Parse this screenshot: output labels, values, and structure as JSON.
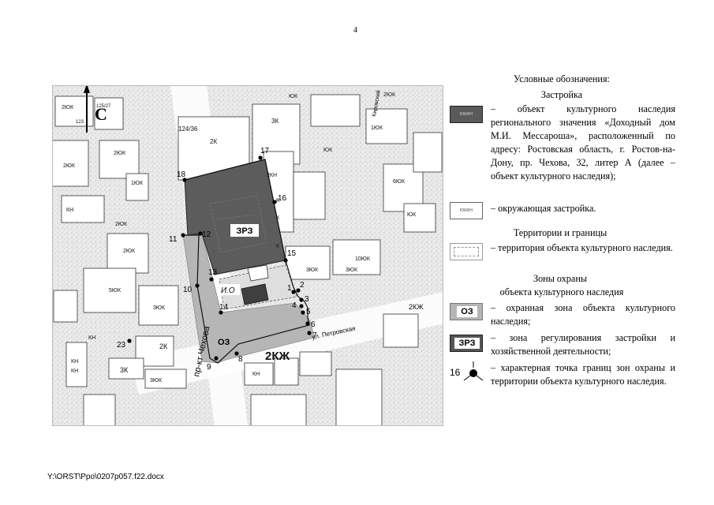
{
  "page_number": "4",
  "footer_path": "Y:\\ORST\\Ppo\\0207p057.f22.docx",
  "map": {
    "north_letter": "С",
    "street_prospect": "пр-кт Чехова",
    "street_petrovskaya": "ул. Петровская",
    "street_kirovsky": "Кировский",
    "zrz_label": "ЗРЗ",
    "oz_label": "ОЗ",
    "io_label": "И.О",
    "building_labels": [
      {
        "id": "b1",
        "text": "2ЮК"
      },
      {
        "id": "b2",
        "text": "123"
      },
      {
        "id": "b3",
        "text": "125/27"
      },
      {
        "id": "b4",
        "text": "2ЮК"
      },
      {
        "id": "b5",
        "text": "2ЮК"
      },
      {
        "id": "b6",
        "text": "1ЮК"
      },
      {
        "id": "b7",
        "text": "2ЮК"
      },
      {
        "id": "b8",
        "text": "КН"
      },
      {
        "id": "b9",
        "text": "124/36"
      },
      {
        "id": "b10",
        "text": "2К"
      },
      {
        "id": "b11",
        "text": "3К"
      },
      {
        "id": "b12",
        "text": "2КН"
      },
      {
        "id": "b13",
        "text": "3ЮК"
      },
      {
        "id": "b14",
        "text": "10ЮК"
      },
      {
        "id": "b15",
        "text": "5ЮК"
      },
      {
        "id": "b16",
        "text": "3ЮК"
      },
      {
        "id": "b17",
        "text": "2ЮК"
      },
      {
        "id": "b18",
        "text": "2К"
      },
      {
        "id": "b19",
        "text": "3К"
      },
      {
        "id": "b20",
        "text": "3ЮК"
      },
      {
        "id": "b21",
        "text": "2КЖ"
      },
      {
        "id": "b22",
        "text": "2КЖ"
      },
      {
        "id": "b23",
        "text": "КН"
      },
      {
        "id": "b24",
        "text": "КН"
      },
      {
        "id": "b25",
        "text": "КН"
      },
      {
        "id": "b26",
        "text": "ЮК"
      },
      {
        "id": "b27",
        "text": "1ЮК"
      },
      {
        "id": "b28",
        "text": "6ЮК"
      },
      {
        "id": "b29",
        "text": "ЮК"
      },
      {
        "id": "b30",
        "text": "3ЮК"
      },
      {
        "id": "b31",
        "text": "К"
      },
      {
        "id": "b32",
        "text": "К"
      },
      {
        "id": "b33",
        "text": "К"
      },
      {
        "id": "b34",
        "text": "2ЮК"
      },
      {
        "id": "b35",
        "text": "ЮК"
      },
      {
        "id": "b36",
        "text": "КН"
      }
    ],
    "points": [
      "1",
      "2",
      "3",
      "4",
      "5",
      "6",
      "7",
      "8",
      "9",
      "10",
      "11",
      "12",
      "13",
      "14",
      "15",
      "16",
      "17",
      "18",
      "23"
    ]
  },
  "legend": {
    "title": "Условные обозначения:",
    "section_buildings": "Застройка",
    "heritage_symbol_text": "ЮК/КН",
    "heritage_text": "– объект культурного наследия регионального значения «Доходный дом М.И. Мессароша», расположенный по адресу: Ростовская область, г. Ростов-на-Дону, пр. Чехова, 32, литер А (далее – объект культурного наследия);",
    "surrounding_symbol_text": "ЮК/КН",
    "surrounding_text": "– окружающая застройка.",
    "section_territories": "Территории и границы",
    "territory_text": "– территория объекта культурного наследия.",
    "section_zones_1": "Зоны охраны",
    "section_zones_2": "объекта культурного наследия",
    "oz_symbol": "ОЗ",
    "oz_text": "– охранная зона объекта культурного наследия;",
    "zrz_symbol": "ЗРЗ",
    "zrz_text": "– зона регулирования застройки и хозяйственной деятельности;",
    "point_symbol": "16",
    "point_text": "– характерная точка границ зон охраны и территории объекта культурного наследия."
  }
}
